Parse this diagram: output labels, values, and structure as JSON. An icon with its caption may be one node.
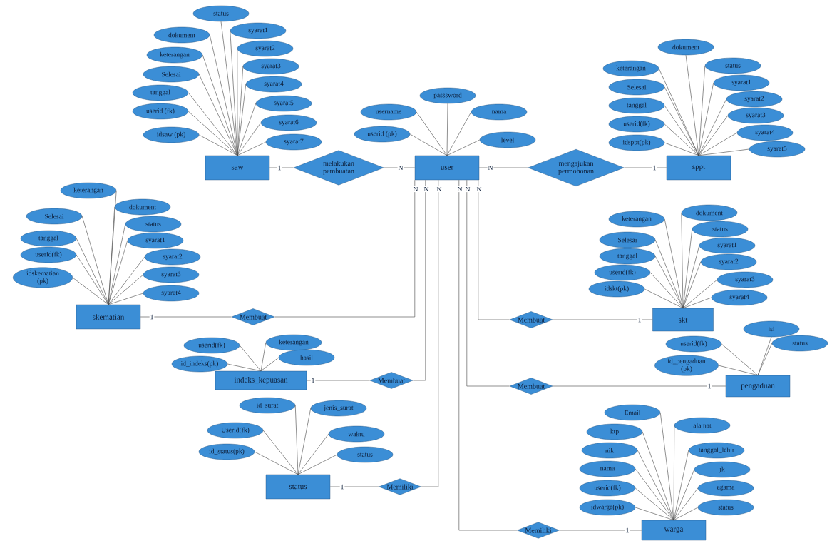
{
  "diagram": {
    "nodes": [
      {
        "text": [
          "user"
        ]
      },
      {
        "text": [
          "passsword"
        ]
      },
      {
        "text": [
          "username"
        ]
      },
      {
        "text": [
          "nama"
        ]
      },
      {
        "text": [
          "userid (pk)"
        ]
      },
      {
        "text": [
          "level"
        ]
      },
      {
        "text": [
          "melakukan pembuatan"
        ]
      },
      {
        "text": [
          "saw"
        ]
      },
      {
        "text": [
          "status"
        ]
      },
      {
        "text": [
          "dokument"
        ]
      },
      {
        "text": [
          "keterangan"
        ]
      },
      {
        "text": [
          "Selesai"
        ]
      },
      {
        "text": [
          "tanggal"
        ]
      },
      {
        "text": [
          "userid (fk)"
        ]
      },
      {
        "text": [
          "idsaw (pk)"
        ]
      },
      {
        "text": [
          "syarat1"
        ]
      },
      {
        "text": [
          "syarat2"
        ]
      },
      {
        "text": [
          "syarat3"
        ]
      },
      {
        "text": [
          "syarat4"
        ]
      },
      {
        "text": [
          "syarat5"
        ]
      },
      {
        "text": [
          "syarat6"
        ]
      },
      {
        "text": [
          "syarat7"
        ]
      },
      {
        "text": [
          "mengajukan permohonan"
        ]
      },
      {
        "text": [
          "sppt"
        ]
      },
      {
        "text": [
          "dokument"
        ]
      },
      {
        "text": [
          "keterangan"
        ]
      },
      {
        "text": [
          "status"
        ]
      },
      {
        "text": [
          "Selesai"
        ]
      },
      {
        "text": [
          "syarat1"
        ]
      },
      {
        "text": [
          "tanggal"
        ]
      },
      {
        "text": [
          "syarat2"
        ]
      },
      {
        "text": [
          "userid(fk)"
        ]
      },
      {
        "text": [
          "syarat3"
        ]
      },
      {
        "text": [
          "idsppt(pk)"
        ]
      },
      {
        "text": [
          "syarat4"
        ]
      },
      {
        "text": [
          "syarat5"
        ]
      },
      {
        "text": [
          "Membuat"
        ]
      },
      {
        "text": [
          "skematian"
        ]
      },
      {
        "text": [
          "keterangan"
        ]
      },
      {
        "text": [
          "dokument"
        ]
      },
      {
        "text": [
          "Selesai"
        ]
      },
      {
        "text": [
          "status"
        ]
      },
      {
        "text": [
          "tanggal"
        ]
      },
      {
        "text": [
          "syarat1"
        ]
      },
      {
        "text": [
          "userid(fk)"
        ]
      },
      {
        "text": [
          "syarat2"
        ]
      },
      {
        "text": [
          "idskematian (pk)"
        ]
      },
      {
        "text": [
          "syarat3"
        ]
      },
      {
        "text": [
          "syarat4"
        ]
      },
      {
        "text": [
          "Membuat"
        ]
      },
      {
        "text": [
          "indeks_kepuasan"
        ]
      },
      {
        "text": [
          "userid(fk)"
        ]
      },
      {
        "text": [
          "keterangan"
        ]
      },
      {
        "text": [
          "id_indeks(pk)"
        ]
      },
      {
        "text": [
          "hasil"
        ]
      },
      {
        "text": [
          "Membuat"
        ]
      },
      {
        "text": [
          "skt"
        ]
      },
      {
        "text": [
          "dokument"
        ]
      },
      {
        "text": [
          "keterangan"
        ]
      },
      {
        "text": [
          "status"
        ]
      },
      {
        "text": [
          "Selesai"
        ]
      },
      {
        "text": [
          "syarat1"
        ]
      },
      {
        "text": [
          "tanggal"
        ]
      },
      {
        "text": [
          "syarat2"
        ]
      },
      {
        "text": [
          "userid(fk)"
        ]
      },
      {
        "text": [
          "syarat3"
        ]
      },
      {
        "text": [
          "idskt(pk)"
        ]
      },
      {
        "text": [
          "syarat4"
        ]
      },
      {
        "text": [
          "Membuat"
        ]
      },
      {
        "text": [
          "pengaduan"
        ]
      },
      {
        "text": [
          "isi"
        ]
      },
      {
        "text": [
          "userid(fk)"
        ]
      },
      {
        "text": [
          "status"
        ]
      },
      {
        "text": [
          "id_pengaduan (pk)"
        ]
      },
      {
        "text": [
          "Memiliki"
        ]
      },
      {
        "text": [
          "status"
        ]
      },
      {
        "text": [
          "id_surat"
        ]
      },
      {
        "text": [
          "jenis_surat"
        ]
      },
      {
        "text": [
          "Userid(fk)"
        ]
      },
      {
        "text": [
          "waktu"
        ]
      },
      {
        "text": [
          "id_status(pk)"
        ]
      },
      {
        "text": [
          "status"
        ]
      },
      {
        "text": [
          "Memiliki"
        ]
      },
      {
        "text": [
          "warga"
        ]
      },
      {
        "text": [
          "Email"
        ]
      },
      {
        "text": [
          "alamat"
        ]
      },
      {
        "text": [
          "ktp"
        ]
      },
      {
        "text": [
          "nik"
        ]
      },
      {
        "text": [
          "tanggal_lahir"
        ]
      },
      {
        "text": [
          "nama"
        ]
      },
      {
        "text": [
          "jk"
        ]
      },
      {
        "text": [
          "userid(fk)"
        ]
      },
      {
        "text": [
          "agama"
        ]
      },
      {
        "text": [
          "idwarga(pk)"
        ]
      },
      {
        "text": [
          "status"
        ]
      }
    ],
    "edges": [
      {
        "from": 0,
        "to": 6,
        "arrow": "none",
        "label": "N"
      },
      {
        "from": 6,
        "to": 7,
        "arrow": "none",
        "label": "1"
      },
      {
        "from": 0,
        "to": 22,
        "arrow": "none",
        "label": "N"
      },
      {
        "from": 22,
        "to": 23,
        "arrow": "none",
        "label": "1"
      },
      {
        "from": 0,
        "to": 36,
        "arrow": "none",
        "label": "N"
      },
      {
        "from": 36,
        "to": 37,
        "arrow": "none",
        "label": "1"
      },
      {
        "from": 0,
        "to": 49,
        "arrow": "none",
        "label": "N"
      },
      {
        "from": 49,
        "to": 50,
        "arrow": "none",
        "label": "1"
      },
      {
        "from": 0,
        "to": 55,
        "arrow": "none",
        "label": "N"
      },
      {
        "from": 55,
        "to": 56,
        "arrow": "none",
        "label": "1"
      },
      {
        "from": 0,
        "to": 68,
        "arrow": "none",
        "label": "N"
      },
      {
        "from": 68,
        "to": 69,
        "arrow": "none",
        "label": "1"
      },
      {
        "from": 0,
        "to": 74,
        "arrow": "none",
        "label": "N"
      },
      {
        "from": 74,
        "to": 75,
        "arrow": "none",
        "label": "1"
      },
      {
        "from": 0,
        "to": 82,
        "arrow": "none",
        "label": "N"
      },
      {
        "from": 82,
        "to": 83,
        "arrow": "none",
        "label": "1"
      },
      {
        "from": 1,
        "to": 0,
        "arrow": "none"
      },
      {
        "from": 2,
        "to": 0,
        "arrow": "none"
      },
      {
        "from": 3,
        "to": 0,
        "arrow": "none"
      },
      {
        "from": 4,
        "to": 0,
        "arrow": "none"
      },
      {
        "from": 5,
        "to": 0,
        "arrow": "none"
      },
      {
        "from": 8,
        "to": 7,
        "arrow": "none"
      },
      {
        "from": 9,
        "to": 7,
        "arrow": "none"
      },
      {
        "from": 10,
        "to": 7,
        "arrow": "none"
      },
      {
        "from": 11,
        "to": 7,
        "arrow": "none"
      },
      {
        "from": 12,
        "to": 7,
        "arrow": "none"
      },
      {
        "from": 13,
        "to": 7,
        "arrow": "none"
      },
      {
        "from": 14,
        "to": 7,
        "arrow": "none"
      },
      {
        "from": 15,
        "to": 7,
        "arrow": "none"
      },
      {
        "from": 16,
        "to": 7,
        "arrow": "none"
      },
      {
        "from": 17,
        "to": 7,
        "arrow": "none"
      },
      {
        "from": 18,
        "to": 7,
        "arrow": "none"
      },
      {
        "from": 19,
        "to": 7,
        "arrow": "none"
      },
      {
        "from": 20,
        "to": 7,
        "arrow": "none"
      },
      {
        "from": 21,
        "to": 7,
        "arrow": "none"
      },
      {
        "from": 24,
        "to": 23,
        "arrow": "none"
      },
      {
        "from": 25,
        "to": 23,
        "arrow": "none"
      },
      {
        "from": 26,
        "to": 23,
        "arrow": "none"
      },
      {
        "from": 27,
        "to": 23,
        "arrow": "none"
      },
      {
        "from": 28,
        "to": 23,
        "arrow": "none"
      },
      {
        "from": 29,
        "to": 23,
        "arrow": "none"
      },
      {
        "from": 30,
        "to": 23,
        "arrow": "none"
      },
      {
        "from": 31,
        "to": 23,
        "arrow": "none"
      },
      {
        "from": 32,
        "to": 23,
        "arrow": "none"
      },
      {
        "from": 33,
        "to": 23,
        "arrow": "none"
      },
      {
        "from": 34,
        "to": 23,
        "arrow": "none"
      },
      {
        "from": 35,
        "to": 23,
        "arrow": "none"
      },
      {
        "from": 38,
        "to": 37,
        "arrow": "none"
      },
      {
        "from": 39,
        "to": 37,
        "arrow": "none"
      },
      {
        "from": 40,
        "to": 37,
        "arrow": "none"
      },
      {
        "from": 41,
        "to": 37,
        "arrow": "none"
      },
      {
        "from": 42,
        "to": 37,
        "arrow": "none"
      },
      {
        "from": 43,
        "to": 37,
        "arrow": "none"
      },
      {
        "from": 44,
        "to": 37,
        "arrow": "none"
      },
      {
        "from": 45,
        "to": 37,
        "arrow": "none"
      },
      {
        "from": 46,
        "to": 37,
        "arrow": "none"
      },
      {
        "from": 47,
        "to": 37,
        "arrow": "none"
      },
      {
        "from": 48,
        "to": 37,
        "arrow": "none"
      },
      {
        "from": 51,
        "to": 50,
        "arrow": "none"
      },
      {
        "from": 52,
        "to": 50,
        "arrow": "none"
      },
      {
        "from": 53,
        "to": 50,
        "arrow": "none"
      },
      {
        "from": 54,
        "to": 50,
        "arrow": "none"
      },
      {
        "from": 57,
        "to": 56,
        "arrow": "none"
      },
      {
        "from": 58,
        "to": 56,
        "arrow": "none"
      },
      {
        "from": 59,
        "to": 56,
        "arrow": "none"
      },
      {
        "from": 60,
        "to": 56,
        "arrow": "none"
      },
      {
        "from": 61,
        "to": 56,
        "arrow": "none"
      },
      {
        "from": 62,
        "to": 56,
        "arrow": "none"
      },
      {
        "from": 63,
        "to": 56,
        "arrow": "none"
      },
      {
        "from": 64,
        "to": 56,
        "arrow": "none"
      },
      {
        "from": 65,
        "to": 56,
        "arrow": "none"
      },
      {
        "from": 66,
        "to": 56,
        "arrow": "none"
      },
      {
        "from": 67,
        "to": 56,
        "arrow": "none"
      },
      {
        "from": 70,
        "to": 69,
        "arrow": "none"
      },
      {
        "from": 71,
        "to": 69,
        "arrow": "none"
      },
      {
        "from": 72,
        "to": 69,
        "arrow": "none"
      },
      {
        "from": 73,
        "to": 69,
        "arrow": "none"
      },
      {
        "from": 76,
        "to": 75,
        "arrow": "none"
      },
      {
        "from": 77,
        "to": 75,
        "arrow": "none"
      },
      {
        "from": 78,
        "to": 75,
        "arrow": "none"
      },
      {
        "from": 79,
        "to": 75,
        "arrow": "none"
      },
      {
        "from": 80,
        "to": 75,
        "arrow": "none"
      },
      {
        "from": 81,
        "to": 75,
        "arrow": "none"
      },
      {
        "from": 84,
        "to": 83,
        "arrow": "none"
      },
      {
        "from": 85,
        "to": 83,
        "arrow": "none"
      },
      {
        "from": 86,
        "to": 83,
        "arrow": "none"
      },
      {
        "from": 87,
        "to": 83,
        "arrow": "none"
      },
      {
        "from": 88,
        "to": 83,
        "arrow": "none"
      },
      {
        "from": 89,
        "to": 83,
        "arrow": "none"
      },
      {
        "from": 90,
        "to": 83,
        "arrow": "none"
      },
      {
        "from": 91,
        "to": 83,
        "arrow": "none"
      },
      {
        "from": 92,
        "to": 83,
        "arrow": "none"
      },
      {
        "from": 93,
        "to": 83,
        "arrow": "none"
      },
      {
        "from": 94,
        "to": 83,
        "arrow": "none"
      }
    ]
  }
}
